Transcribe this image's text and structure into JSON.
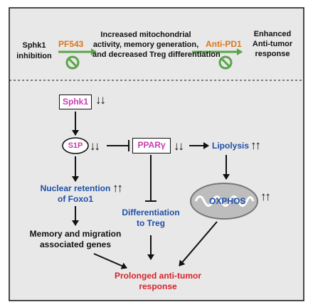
{
  "top_panel": {
    "sphk1_inhibition": [
      "Sphk1",
      "inhibition"
    ],
    "pf543": "PF543",
    "effects": [
      "Increased mitochondrial",
      "activity, memory generation,",
      "and decreased Treg differentiation"
    ],
    "anti_pd1": "Anti-PD1",
    "outcome": [
      "Enhanced",
      "Anti-tumor",
      "response"
    ]
  },
  "bottom_panel": {
    "sphk1": "Sphk1",
    "s1p": "S1P",
    "ppar": "PPARγ",
    "lipolysis": "Lipolysis",
    "foxo1": [
      "Nuclear retention",
      "of Foxo1"
    ],
    "differentiation": [
      "Differentiation",
      "to Treg"
    ],
    "oxphos": "OXPHOS",
    "memory_genes": [
      "Memory and migration",
      "associated genes"
    ],
    "prolonged": [
      "Prolonged anti-tumor",
      "response"
    ],
    "down_arrows": "↓↓",
    "up_arrows": "↑↑"
  },
  "colors": {
    "panel_bg": "#e8e8e8",
    "green_arrow": "#5aa44a",
    "orange_text": "#d9771c",
    "magenta_text": "#c83db0",
    "blue_text": "#1f4fa8",
    "red_text": "#d8232a"
  },
  "icons": {
    "inhibit_symbol": "no-sign-icon",
    "mitochondrion": "mitochondrion-icon"
  }
}
